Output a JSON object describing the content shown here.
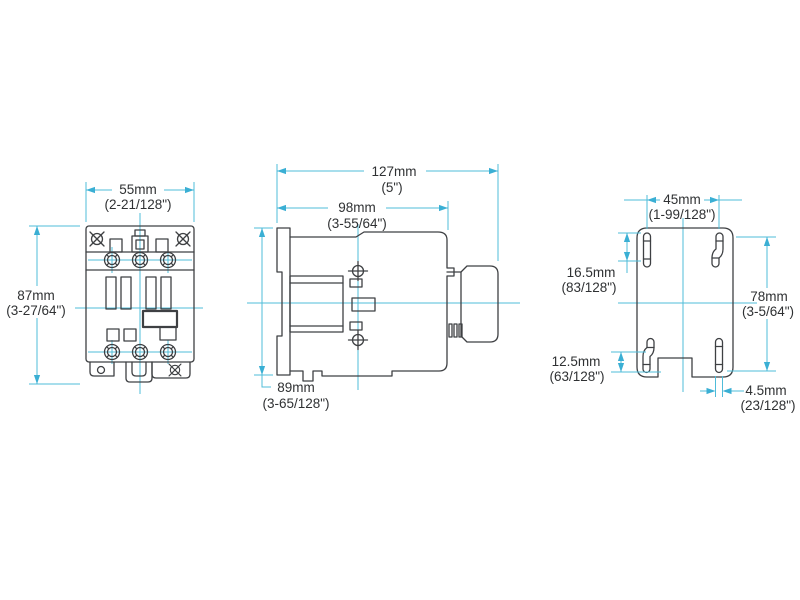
{
  "document": {
    "kind": "technical-dimension-drawing",
    "units": [
      "mm",
      "inch"
    ]
  },
  "views": {
    "front": {
      "label": "front-view",
      "features": {
        "top_terminal_screws": 3,
        "bottom_terminal_screws": 3,
        "vent_slots": 4,
        "corner_screws": 2
      },
      "dimensions": {
        "width": {
          "mm": "55mm",
          "inch": "(2-21/128\")"
        },
        "height": {
          "mm": "87mm",
          "inch": "(3-27/64\")"
        }
      }
    },
    "side": {
      "label": "side-view",
      "features": {
        "mounting_crosshairs": 2,
        "din_rail_flange": true,
        "coil_housing": true
      },
      "dimensions": {
        "overall_depth": {
          "mm": "127mm",
          "inch": "(5\")"
        },
        "body_depth": {
          "mm": "98mm",
          "inch": "(3-55/64\")"
        },
        "height": {
          "mm": "89mm",
          "inch": "(3-65/128\")"
        }
      }
    },
    "back": {
      "label": "mounting-view",
      "features": {
        "mounting_slots": 4,
        "bottom_notch": true
      },
      "dimensions": {
        "hole_span_horizontal": {
          "mm": "45mm",
          "inch": "(1-99/128\")"
        },
        "upper_slot_length": {
          "mm": "16.5mm",
          "inch": "(83/128\")"
        },
        "hole_span_vertical": {
          "mm": "78mm",
          "inch": "(3-5/64\")"
        },
        "lower_slot_length": {
          "mm": "12.5mm",
          "inch": "(63/128\")"
        },
        "slot_width": {
          "mm": "4.5mm",
          "inch": "(23/128\")"
        }
      }
    }
  },
  "icons": {
    "corner_screw": "phillips-screw-cross-in-circle",
    "terminal_screw": "torx-screw-head",
    "mounting_marker": "crosshair-target",
    "mounting_slot": "elongated-slot"
  },
  "colors": {
    "outline": "#3e4043",
    "dimension_line": "#4fbcd9",
    "dimension_arrow": "#3aafd4",
    "text": "#2f3133",
    "background": "#ffffff"
  }
}
